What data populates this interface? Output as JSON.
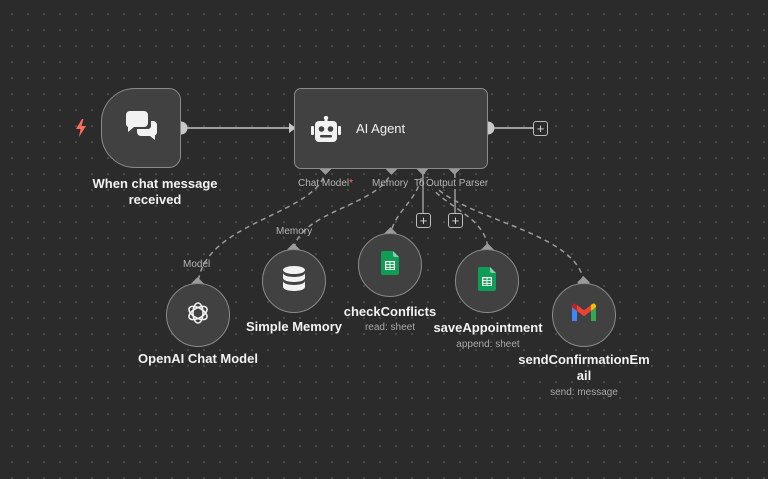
{
  "trigger": {
    "title": "When chat message received",
    "icon": "chat-bubbles-icon",
    "badge_icon": "lightning-bolt-icon",
    "badge_color": "#ff6d5a"
  },
  "agent": {
    "title": "AI Agent",
    "icon": "robot-icon",
    "ports": {
      "chat_model": "Chat Model",
      "chat_model_required": "*",
      "memory": "Memory",
      "tool": "Tool",
      "output_parser": "Output Parser"
    }
  },
  "connectors": {
    "model_label": "Model",
    "memory_label": "Memory"
  },
  "nodes": [
    {
      "title": "OpenAI Chat Model",
      "subtitle": "",
      "icon": "openai-icon"
    },
    {
      "title": "Simple Memory",
      "subtitle": "",
      "icon": "database-icon"
    },
    {
      "title": "checkConflicts",
      "subtitle": "read: sheet",
      "icon": "google-sheets-icon"
    },
    {
      "title": "saveAppointment",
      "subtitle": "append: sheet",
      "icon": "google-sheets-icon"
    },
    {
      "title": "sendConfirmationEm\nail",
      "subtitle": "send: message",
      "icon": "gmail-icon"
    }
  ],
  "colors": {
    "canvas": "#2b2b2b",
    "node_bg": "#414141",
    "node_border": "#8a8a8a",
    "sheets_green": "#0f9d58",
    "required": "#ff6d6d"
  }
}
